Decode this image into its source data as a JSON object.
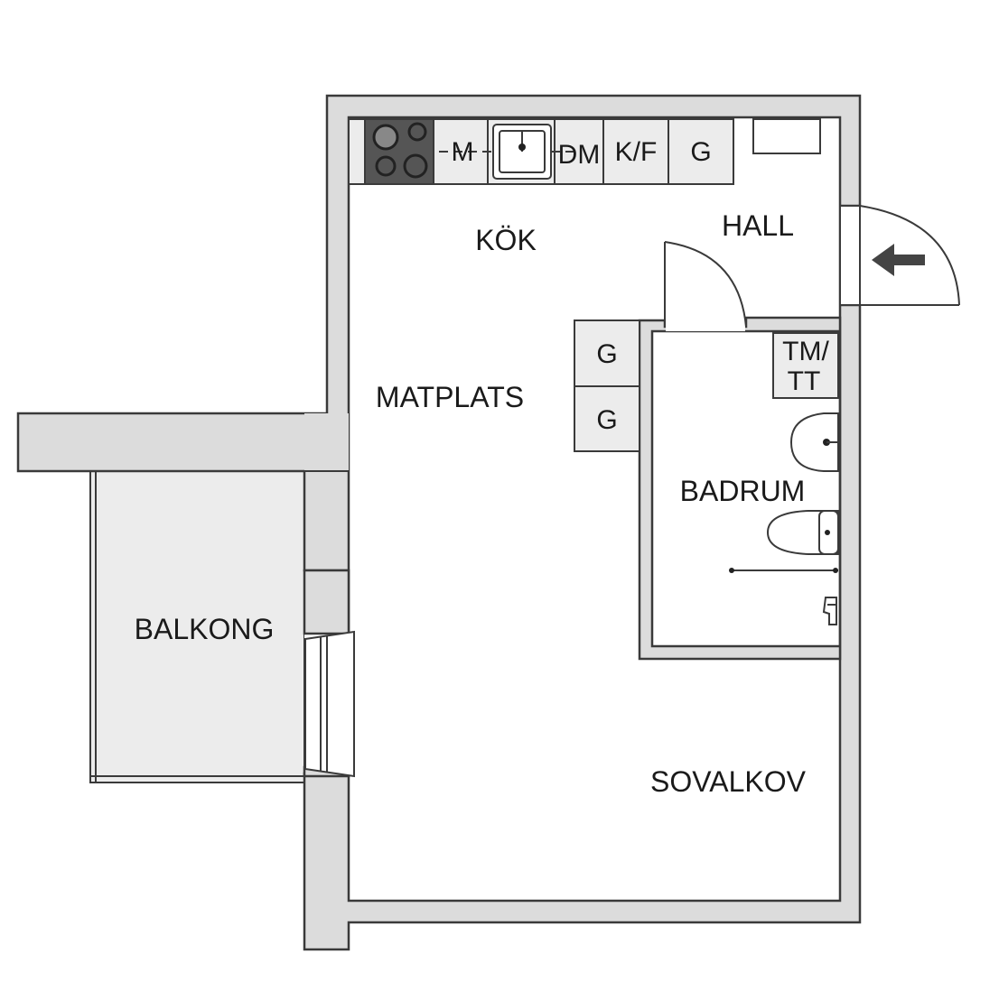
{
  "rooms": {
    "kok": "KÖK",
    "hall": "HALL",
    "matplats": "MATPLATS",
    "badrum": "BADRUM",
    "balkong": "BALKONG",
    "sovalkov": "SOVALKOV"
  },
  "kitchen_labels": {
    "micro": "M",
    "dishwasher": "DM",
    "fridge_freezer": "K/F",
    "cabinet": "G"
  },
  "hall_cabinets": {
    "upper": "G",
    "lower": "G"
  },
  "bathroom": {
    "washer_line1": "TM/",
    "washer_line2": "TT"
  },
  "icons": [
    "stove-icon",
    "sink-icon",
    "entrance-arrow-icon",
    "washbasin-icon",
    "toilet-icon",
    "shower-icon"
  ],
  "colors": {
    "wall_fill": "#dcdcdc",
    "wall_stroke": "#3a3a3a",
    "floor": "#ffffff",
    "cabinet_fill": "#ececec",
    "stove_fill": "#555555"
  }
}
